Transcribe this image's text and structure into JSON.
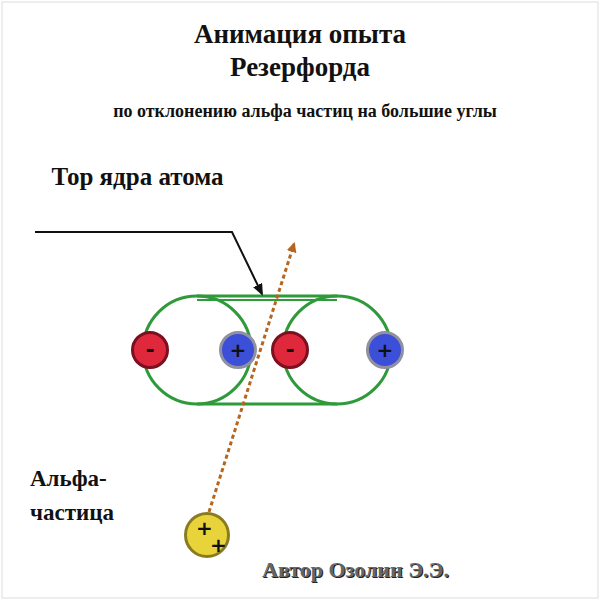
{
  "diagram": {
    "title": "Анимация опыта Резерфорда",
    "nodes": [
      {
        "text": [
          "-"
        ]
      },
      {
        "text": [
          "+"
        ]
      },
      {
        "text": [
          "-"
        ]
      },
      {
        "text": [
          "+"
        ]
      },
      {
        "text": [
          "+",
          "+"
        ]
      }
    ],
    "labels": [
      "по отклонению альфа частиц на большие углы",
      "Тор ядра атома",
      "Альфа-частица",
      "Автор Озолин Э.Э."
    ]
  }
}
